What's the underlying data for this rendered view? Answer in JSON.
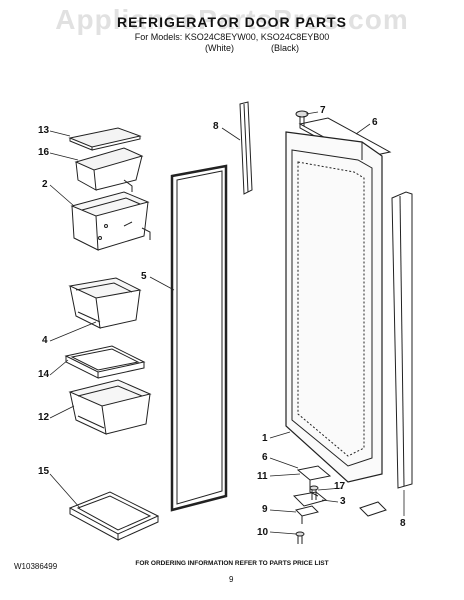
{
  "header": {
    "title": "REFRIGERATOR DOOR PARTS",
    "models": "For Models: KSO24C8EYW00, KSO24C8EYB00",
    "variant_white": "(White)",
    "variant_black": "(Black)"
  },
  "watermark": "AppliancePartsPros.com",
  "callouts": [
    "13",
    "16",
    "2",
    "5",
    "4",
    "14",
    "12",
    "15",
    "8",
    "7",
    "6",
    "1",
    "6",
    "11",
    "17",
    "3",
    "9",
    "10",
    "8"
  ],
  "footer": {
    "note": "FOR ORDERING INFORMATION REFER TO PARTS PRICE LIST",
    "doc_number": "W10386499",
    "page_number": "9"
  }
}
